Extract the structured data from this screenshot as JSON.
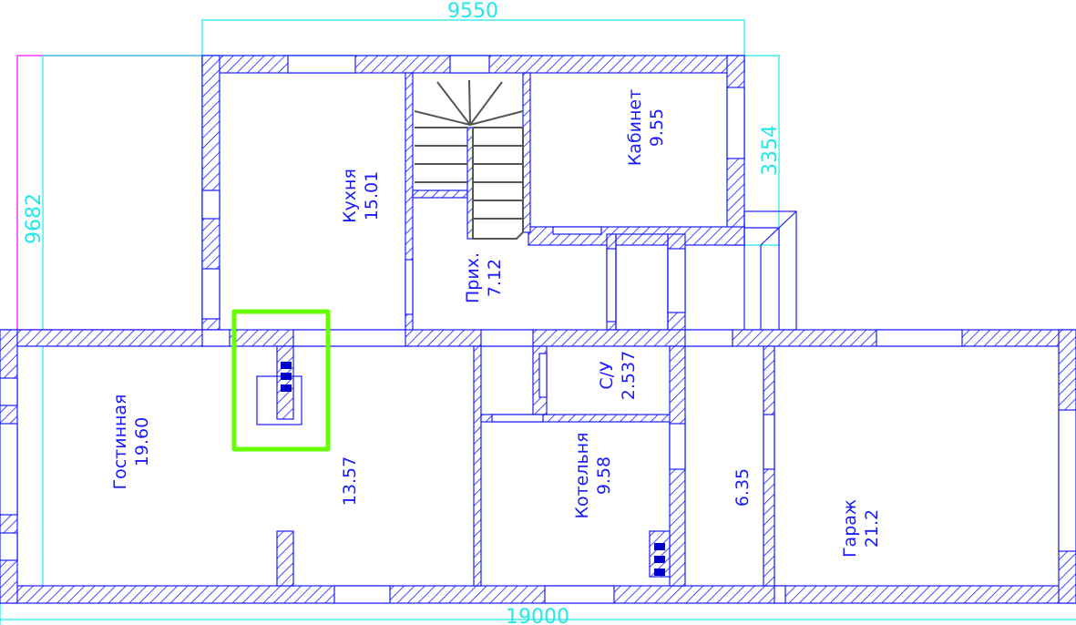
{
  "dimensions": {
    "top": "9550",
    "bottom": "19000",
    "left": "9682",
    "right": "3354"
  },
  "rooms": [
    {
      "name": "Кухня",
      "area": "15.01"
    },
    {
      "name": "Кабинет",
      "area": "9.55"
    },
    {
      "name": "Прих.",
      "area": "7.12"
    },
    {
      "name": "С/У",
      "area": "2.537"
    },
    {
      "name": "Гостинная",
      "area": "19.60"
    },
    {
      "name": "",
      "area": "13.57"
    },
    {
      "name": "Котельня",
      "area": "9.58"
    },
    {
      "name": "",
      "area": "6.35"
    },
    {
      "name": "Гараж",
      "area": "21.2"
    }
  ],
  "colors": {
    "walls": "#1a1aff",
    "dimensions": "#22e8e8",
    "highlight": "#66ff00",
    "outline": "#ff33ff"
  }
}
